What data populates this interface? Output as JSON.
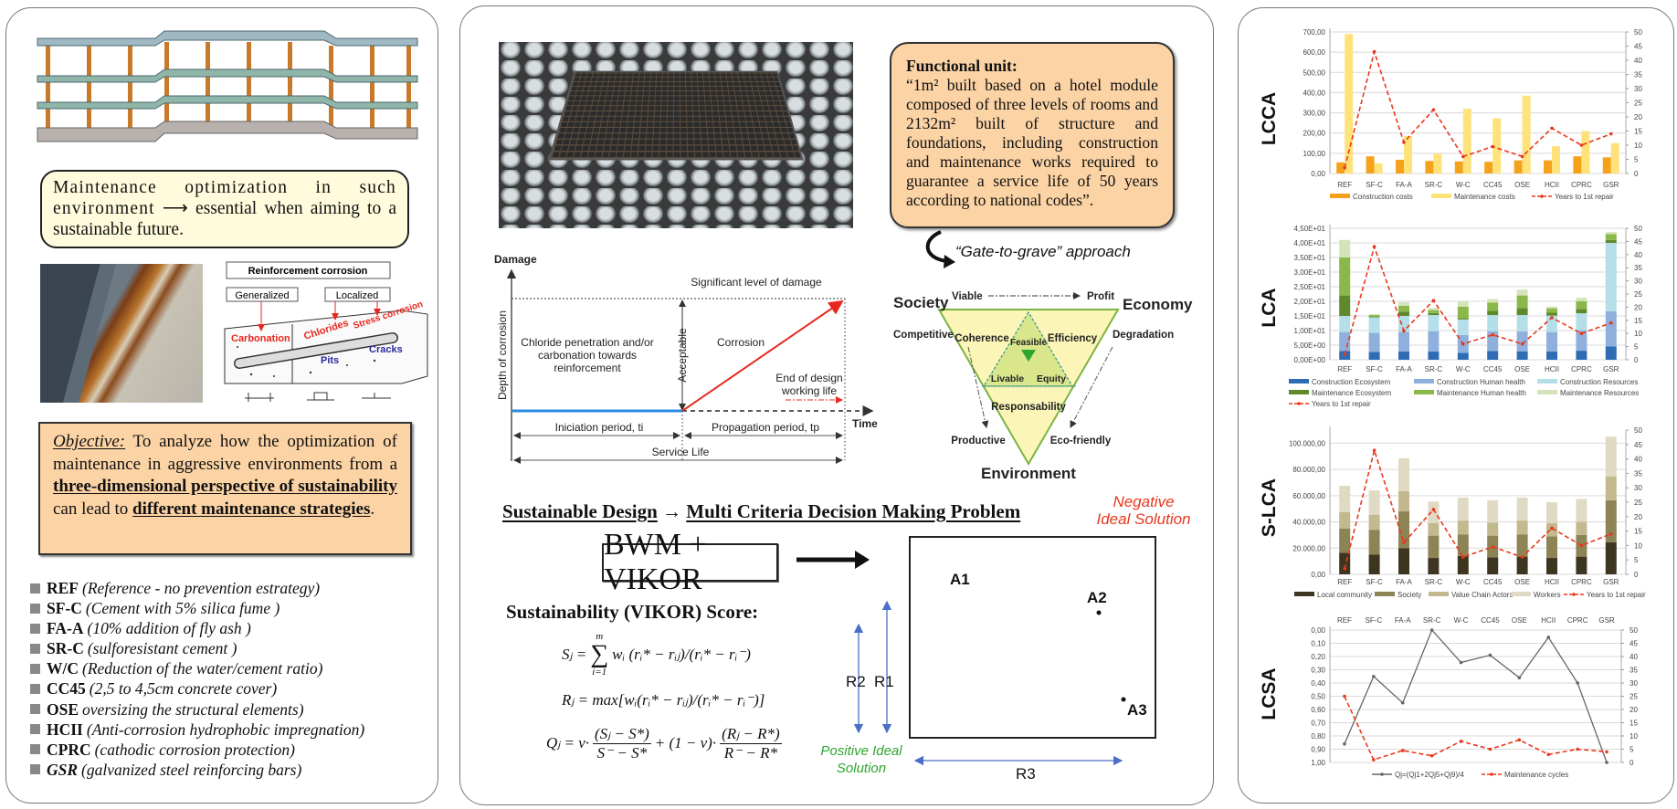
{
  "left": {
    "intro": {
      "before": "Maintenance optimization in such environment",
      "arrow": "⟶",
      "after": "essential when aiming to a sustainable future."
    },
    "corrosion_diagram": {
      "title": "Reinforcement corrosion",
      "generalized": "Generalized",
      "localized": "Localized",
      "carbonation": "Carbonation",
      "chlorides": "Chlorides",
      "stress": "Stress corrosion",
      "pits": "Pits",
      "cracks": "Cracks"
    },
    "objective": {
      "label": "Objective:",
      "t1": " To analyze how the optimization of maintenance in aggressive environments from a ",
      "b1": "three-dimensional perspective of sustainability",
      "t2": " can lead to ",
      "b2": "different maintenance strategies",
      "t3": "."
    },
    "strategies": [
      {
        "code": "REF",
        "desc": "(Reference - no prevention estrategy)"
      },
      {
        "code": "SF-C",
        "desc": "(Cement with 5% silica fume )"
      },
      {
        "code": "FA-A",
        "desc": "(10% addition of fly ash )"
      },
      {
        "code": "SR-C",
        "desc": "(sulforesistant cement )"
      },
      {
        "code": "W/C",
        "desc": "(Reduction of the water/cement ratio)"
      },
      {
        "code": "CC45",
        "desc": "(2,5 to 4,5cm concrete cover)"
      },
      {
        "code": "OSE",
        "desc": " oversizing the structural elements)"
      },
      {
        "code": "HCII",
        "desc": "(Anti-corrosion hydrophobic impregnation)"
      },
      {
        "code": "CPRC",
        "desc": "(cathodic corrosion protection)"
      },
      {
        "code": "GSR",
        "desc": " (galvanized steel reinforcing bars)"
      }
    ]
  },
  "middle": {
    "functional_unit": {
      "title": "Functional unit:",
      "text": "“1m² built based on a hotel module composed of three levels of rooms and 2132m² built of structure and foundations, including construction and maintenance works required to guarantee a service life of 50 years according to national codes”."
    },
    "gate": "“Gate-to-grave” approach",
    "damage_diagram": {
      "y_title": "Damage",
      "y_label": "Depth of corrosion",
      "x_label": "Time",
      "significant": "Significant level of damage",
      "phase1_l1": "Chloride penetration and/or",
      "phase1_l2": "carbonation towards",
      "phase1_l3": "reinforcement",
      "acceptable": "Acceptable",
      "corrosion": "Corrosion",
      "end_l1": "End of design",
      "end_l2": "working life",
      "initiation": "Iniciation period, ti",
      "propagation": "Propagation period, tp",
      "service_life": "Service Life"
    },
    "triangle": {
      "society": "Society",
      "economy": "Economy",
      "environment": "Environment",
      "viable": "Viable",
      "profit": "Profit",
      "competitive": "Competitive",
      "degradation": "Degradation",
      "coherence": "Coherence",
      "efficiency": "Efficiency",
      "feasible": "Feasible",
      "livable": "Livable",
      "equity": "Equity",
      "responsability": "Responsability",
      "productive": "Productive",
      "eco_friendly": "Eco-friendly"
    },
    "mcdm": {
      "heading_left": "Sustainable Design",
      "heading_arrow": "→",
      "heading_right": "Multi Criteria Decision Making Problem",
      "method": "BWM + VIKOR",
      "score_title": "Sustainability (VIKOR) Score:",
      "formula_s": {
        "lhs": "Sⱼ =",
        "sigma": "∑",
        "top": "m",
        "bottom": "i=1",
        "rhs": "wᵢ (rᵢ* − rᵢⱼ)/(rᵢ* − rᵢ⁻)"
      },
      "formula_r": "Rⱼ = max[wᵢ(rᵢ* − rᵢⱼ)/(rᵢ* − rᵢ⁻)]",
      "formula_q": {
        "lhs": "Qⱼ = v·",
        "num1": "(Sⱼ − S*)",
        "den1": "S⁻ − S*",
        "mid": "+ (1 − v)·",
        "num2": "(Rⱼ − R*)",
        "den2": "R⁻ − R*"
      },
      "negative_l1": "Negative",
      "negative_l2": "Ideal Solution",
      "positive_l1": "Positive Ideal",
      "positive_l2": "Solution",
      "a1": "A1",
      "a2": "A2",
      "a3": "A3",
      "r1": "R1",
      "r2": "R2",
      "r3": "R3"
    }
  },
  "chart_data": [
    {
      "type": "bar",
      "title": "LCCA",
      "categories": [
        "REF",
        "SF-C",
        "FA-A",
        "SR-C",
        "W-C",
        "CC45",
        "OSE",
        "HCII",
        "CPRC",
        "GSR"
      ],
      "y_left": {
        "min": 0,
        "max": 700,
        "ticks": [
          0,
          100,
          200,
          300,
          400,
          500,
          600,
          700
        ],
        "tick_labels": [
          "0,00",
          "100,00",
          "200,00",
          "300,00",
          "400,00",
          "500,00",
          "600,00",
          "700,00"
        ]
      },
      "y_right": {
        "min": 0,
        "max": 50,
        "ticks": [
          0,
          5,
          10,
          15,
          20,
          25,
          30,
          35,
          40,
          45,
          50
        ]
      },
      "grid": true,
      "legend": "bottom",
      "categories_position": "bottom",
      "series": [
        {
          "name": "Construction costs",
          "kind": "bar",
          "axis": "left",
          "color": "#f4a21c",
          "values": [
            55,
            85,
            68,
            62,
            60,
            58,
            65,
            65,
            85,
            80
          ]
        },
        {
          "name": "Maintenance costs",
          "kind": "bar",
          "axis": "left",
          "color": "#ffe27a",
          "values": [
            690,
            50,
            185,
            98,
            320,
            273,
            385,
            135,
            210,
            150
          ]
        },
        {
          "name": "Years to 1st repair",
          "kind": "line",
          "axis": "right",
          "color": "#e8381e",
          "dashed": true,
          "values": [
            2,
            43,
            11,
            22.5,
            6,
            9.5,
            6,
            16,
            10,
            14
          ]
        }
      ]
    },
    {
      "type": "bar",
      "title": "LCA",
      "categories": [
        "REF",
        "SF-C",
        "FA-A",
        "SR-C",
        "W-C",
        "CC45",
        "OSE",
        "HCII",
        "CPRC",
        "GSR"
      ],
      "y_left": {
        "min": 0,
        "max": 45,
        "ticks": [
          0,
          5,
          10,
          15,
          20,
          25,
          30,
          35,
          40,
          45
        ],
        "tick_labels": [
          "0,00E+00",
          "5,00E+00",
          "1,00E+01",
          "1,50E+01",
          "2,00E+01",
          "2,50E+01",
          "3,00E+01",
          "3,50E+01",
          "4,00E+01",
          "4,50E+01"
        ]
      },
      "y_right": {
        "min": 0,
        "max": 50,
        "ticks": [
          0,
          5,
          10,
          15,
          20,
          25,
          30,
          35,
          40,
          45,
          50
        ]
      },
      "grid": true,
      "legend": "bottom",
      "stacked": true,
      "categories_position": "bottom",
      "series": [
        {
          "name": "Construction Ecosystem",
          "kind": "stack",
          "axis": "left",
          "color": "#2e6db4",
          "values": [
            3,
            2.7,
            2.8,
            2.8,
            2.4,
            3,
            2.9,
            2.8,
            3.1,
            4.6
          ]
        },
        {
          "name": "Construction Human health",
          "kind": "stack",
          "axis": "left",
          "color": "#8fb0dd",
          "values": [
            6.5,
            6.5,
            6.7,
            7,
            6.1,
            6.8,
            6.8,
            6.7,
            7,
            12
          ]
        },
        {
          "name": "Construction Resources",
          "kind": "stack",
          "axis": "left",
          "color": "#b4dfe9",
          "values": [
            5.5,
            5.3,
            5.5,
            5.5,
            5.3,
            5.5,
            5.6,
            5.6,
            5.8,
            23.4
          ]
        },
        {
          "name": "Maintenance Ecosystem",
          "kind": "stack",
          "axis": "left",
          "color": "#5f8a2b",
          "values": [
            7,
            0.3,
            1.5,
            0.7,
            0.4,
            1.5,
            2.4,
            1,
            1.5,
            1
          ]
        },
        {
          "name": "Maintenance Human health",
          "kind": "stack",
          "axis": "left",
          "color": "#8bb84a",
          "values": [
            13,
            0.5,
            2,
            1,
            4,
            2.8,
            4.3,
            1.5,
            2.6,
            2
          ]
        },
        {
          "name": "Maintenance Resources",
          "kind": "stack",
          "axis": "left",
          "color": "#d4e4b8",
          "values": [
            6,
            0.3,
            1.2,
            0.7,
            1.8,
            1.2,
            2,
            0.6,
            1.2,
            0.7
          ]
        },
        {
          "name": "Years to 1st repair",
          "kind": "line",
          "axis": "right",
          "color": "#e8381e",
          "dashed": true,
          "values": [
            2,
            43,
            11,
            22.5,
            6,
            9.5,
            6,
            16,
            10,
            14
          ]
        }
      ]
    },
    {
      "type": "bar",
      "title": "S-LCA",
      "categories": [
        "REF",
        "SF-C",
        "FA-A",
        "SR-C",
        "W-C",
        "CC45",
        "OSE",
        "HCII",
        "CPRC",
        "GSR"
      ],
      "y_left": {
        "min": 0,
        "max": 110000,
        "ticks": [
          0,
          20000,
          40000,
          60000,
          80000,
          100000
        ],
        "tick_labels": [
          "0,00",
          "20.000,00",
          "40.000,00",
          "60.000,00",
          "80.000,00",
          "100.000,00"
        ]
      },
      "y_right": {
        "min": 0,
        "max": 50,
        "ticks": [
          0,
          5,
          10,
          15,
          20,
          25,
          30,
          35,
          40,
          45,
          50
        ]
      },
      "grid": true,
      "legend": "bottom",
      "stacked": true,
      "categories_position": "bottom",
      "series": [
        {
          "name": "Local community",
          "kind": "stack",
          "axis": "left",
          "color": "#3d3520",
          "values": [
            16500,
            15000,
            20000,
            12500,
            14000,
            13000,
            13500,
            12500,
            13500,
            24500
          ]
        },
        {
          "name": "Society",
          "kind": "stack",
          "axis": "left",
          "color": "#8c8455",
          "values": [
            18500,
            19000,
            28000,
            17000,
            16500,
            16500,
            17000,
            16500,
            16500,
            32000
          ]
        },
        {
          "name": "Value Chain Actors",
          "kind": "stack",
          "axis": "left",
          "color": "#c2b98f",
          "values": [
            12500,
            11500,
            15500,
            9500,
            10500,
            10000,
            10500,
            10000,
            10000,
            18000
          ]
        },
        {
          "name": "Workers",
          "kind": "stack",
          "axis": "left",
          "color": "#e0dac5",
          "values": [
            20000,
            18500,
            25000,
            16500,
            17500,
            17000,
            17500,
            16000,
            17500,
            30500
          ]
        },
        {
          "name": "Years to 1st repair",
          "kind": "line",
          "axis": "right",
          "color": "#e8381e",
          "dashed": true,
          "values": [
            2,
            43,
            11,
            22.5,
            6,
            9.5,
            6,
            16,
            10,
            14
          ]
        }
      ]
    },
    {
      "type": "line",
      "title": "LCSA",
      "categories": [
        "REF",
        "SF-C",
        "FA-A",
        "SR-C",
        "W-C",
        "CC45",
        "OSE",
        "HCII",
        "CPRC",
        "GSR"
      ],
      "y_left": {
        "min": 0,
        "max": 1,
        "inverted": true,
        "ticks": [
          0,
          0.1,
          0.2,
          0.3,
          0.4,
          0.5,
          0.6,
          0.7,
          0.8,
          0.9,
          1
        ],
        "tick_labels": [
          "0,00",
          "0,10",
          "0,20",
          "0,30",
          "0,40",
          "0,50",
          "0,60",
          "0,70",
          "0,80",
          "0,90",
          "1,00"
        ]
      },
      "y_right": {
        "min": 0,
        "max": 50,
        "ticks": [
          0,
          5,
          10,
          15,
          20,
          25,
          30,
          35,
          40,
          45,
          50
        ]
      },
      "grid": true,
      "legend": "bottom",
      "categories_position": "top",
      "series": [
        {
          "name": "Qj=(Qj1+2Qj5+Qj9)/4",
          "kind": "line",
          "axis": "left",
          "color": "#666666",
          "dashed": false,
          "values": [
            0.86,
            0.35,
            0.55,
            0.0,
            0.245,
            0.19,
            0.36,
            0.055,
            0.4,
            1.0
          ]
        },
        {
          "name": "Maintenance cycles",
          "kind": "line",
          "axis": "right",
          "color": "#e8381e",
          "dashed": true,
          "values": [
            25,
            1,
            4.5,
            2.5,
            8,
            5,
            8.5,
            3,
            5,
            4
          ]
        }
      ]
    }
  ]
}
